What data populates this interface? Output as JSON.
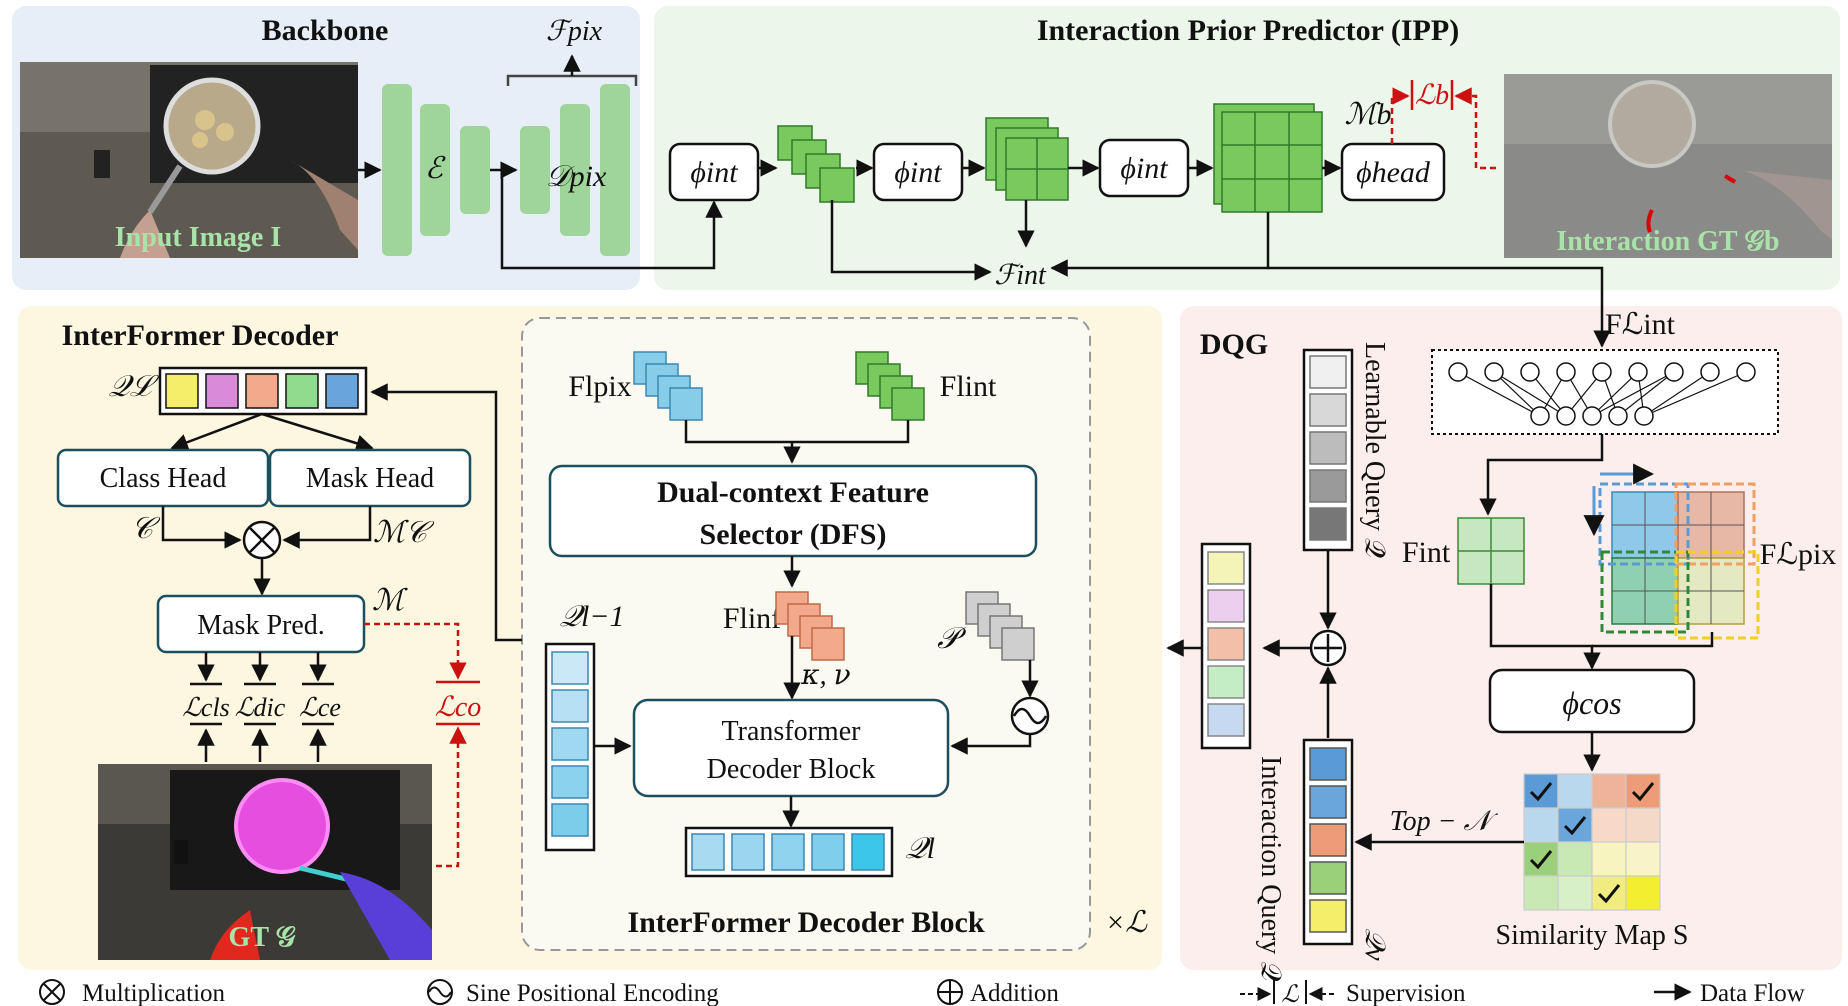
{
  "panels": {
    "backbone": {
      "title": "Backbone",
      "input_label": "Input Image I",
      "encoder": "ℰ",
      "decoder": "𝒟pix",
      "feature": "ℱpix"
    },
    "ipp": {
      "title": "Interaction Prior Predictor (IPP)",
      "phi_int": "ϕint",
      "phi_head": "ϕhead",
      "mask": "ℳb",
      "loss": "ℒb",
      "gt_label": "Interaction GT 𝒢b",
      "feature": "ℱint"
    },
    "decoder": {
      "title": "InterFormer Decoder",
      "query": "𝒬ℒ",
      "class_head": "Class Head",
      "mask_head": "Mask Head",
      "c": "𝒞",
      "mc": "ℳ𝒞",
      "mask_pred": "Mask Pred.",
      "m": "ℳ",
      "l_cls": "ℒcls",
      "l_dic": "ℒdic",
      "l_ce": "ℒce",
      "l_co": "ℒco",
      "gt_label": "GT 𝒢"
    },
    "block": {
      "title": "InterFormer Decoder Block",
      "f_pix": "Flpix",
      "f_int": "Flint",
      "dfs_line1": "Dual-context Feature",
      "dfs_line2": "Selector (DFS)",
      "f_inf": "Flinf",
      "kv": "𝜅, 𝜈",
      "q_prev": "𝒬l−1",
      "p": "𝒫",
      "tdb_line1": "Transformer",
      "tdb_line2": "Decoder Block",
      "q_l": "𝒬l",
      "repeat": "×ℒ"
    },
    "dqg": {
      "title": "DQG",
      "f_int_top": "Fℒint",
      "learnable_query": "Learnable Query 𝒬̂",
      "interaction_query": "Interaction Query 𝒬",
      "f_int": "Fint",
      "f_pix": "Fℒpix",
      "phi_cos": "ϕcos",
      "top_n": "Top − 𝒩",
      "qv": "𝒬v",
      "similarity": "Similarity Map S"
    }
  },
  "legend": {
    "multiplication": "Multiplication",
    "sine": "Sine Positional Encoding",
    "addition": "Addition",
    "supervision": "Supervision",
    "data_flow": "Data Flow"
  },
  "colors": {
    "backbone_bg": "#e8eef8",
    "ipp_bg": "#edf6ea",
    "decoder_bg": "#fdf6e0",
    "dqg_bg": "#fbeeec",
    "green": "#79c95f",
    "blue": "#87cdea",
    "salmon": "#f2a98c",
    "supervision": "#cc1111"
  }
}
